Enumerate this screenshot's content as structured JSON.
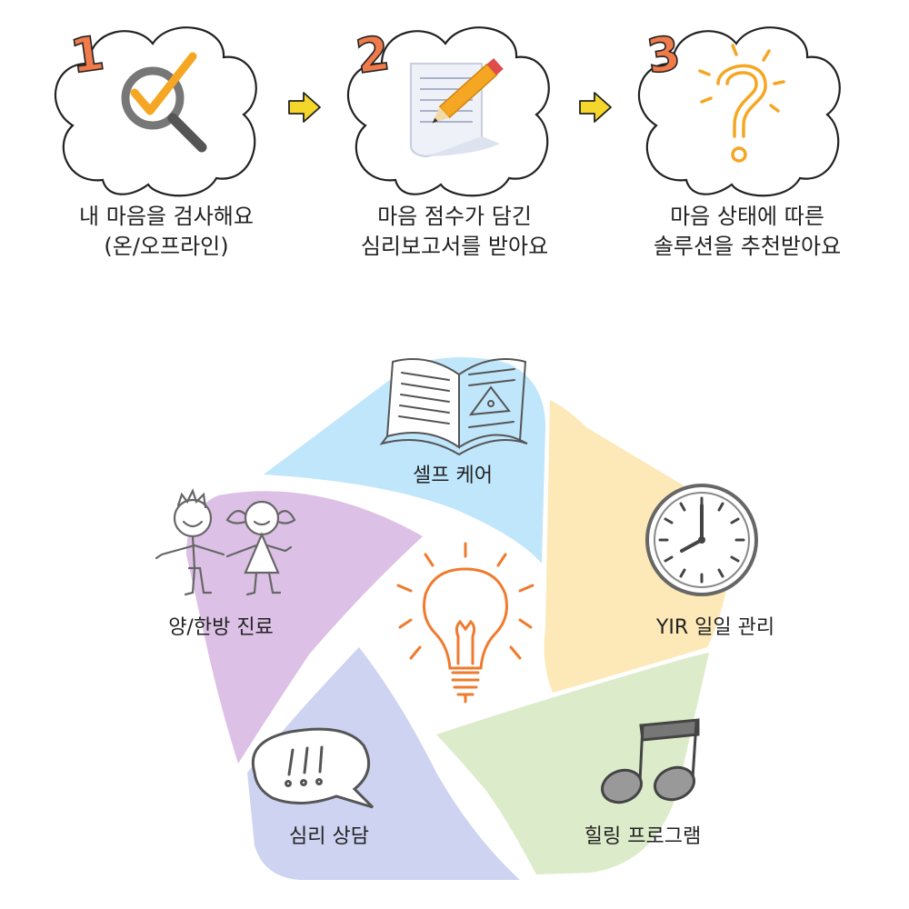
{
  "steps": [
    {
      "number": "1",
      "line1": "내 마음을 검사해요",
      "line2": "(온/오프라인)",
      "icon": "magnifier-check-icon"
    },
    {
      "number": "2",
      "line1": "마음 점수가 담긴",
      "line2": "심리보고서를 받아요",
      "icon": "report-pencil-icon"
    },
    {
      "number": "3",
      "line1": "마음 상태에 따른",
      "line2": "솔루션을 추천받아요",
      "icon": "question-mark-icon"
    }
  ],
  "segments": [
    {
      "label": "셀프 케어",
      "color": "#bfe6fb",
      "icon": "open-book-icon"
    },
    {
      "label": "YIR 일일 관리",
      "color": "#fde9b8",
      "icon": "clock-icon"
    },
    {
      "label": "힐링 프로그램",
      "color": "#dcebc9",
      "icon": "music-note-icon"
    },
    {
      "label": "심리 상담",
      "color": "#cdd3f0",
      "icon": "speech-bubble-icon"
    },
    {
      "label": "양/한방 진료",
      "color": "#dcc0e6",
      "icon": "kids-icon"
    }
  ],
  "center_icon": "light-bulb-icon",
  "colors": {
    "number": "#f07a4a",
    "arrow": "#f5d62a",
    "check": "#f5a623",
    "pencil": "#f5a623",
    "bulb": "#f07a2e"
  }
}
